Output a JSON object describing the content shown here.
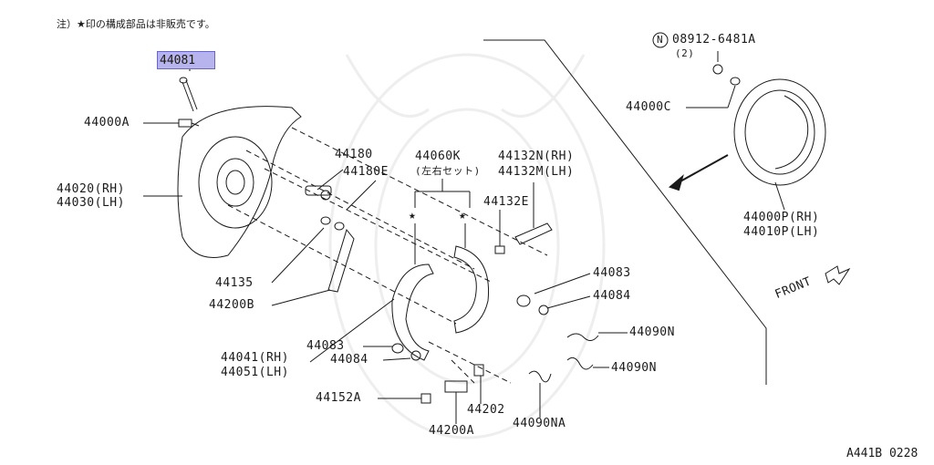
{
  "note": "注）★印の構成部品は非販売です。",
  "highlighted_part": "44081",
  "labels": {
    "p44000A": "44000A",
    "p44020": "44020(RH)",
    "p44030": "44030(LH)",
    "p44180": "44180",
    "p44180E": "44180E",
    "p44060K": "44060K",
    "p44060K_sub": "(左右セット)",
    "p44132N": "44132N(RH)",
    "p44132M": "44132M(LH)",
    "p44132E": "44132E",
    "p44135": "44135",
    "p44200B": "44200B",
    "p44041": "44041(RH)",
    "p44051": "44051(LH)",
    "p44083a": "44083",
    "p44084a": "44084",
    "p44083b": "44083",
    "p44084b": "44084",
    "p44090Na": "44090N",
    "p44090Nb": "44090N",
    "p44152A": "44152A",
    "p44202": "44202",
    "p44200A": "44200A",
    "p44090NA": "44090NA",
    "p08912": "08912-6481A",
    "p08912_qty": "(2)",
    "p08912_badge": "N",
    "p44000C": "44000C",
    "p44000P": "44000P(RH)",
    "p44010P": "44010P(LH)",
    "front": "FRONT",
    "star1": "★",
    "star2": "★"
  },
  "diagram_code": "A441B 0228"
}
